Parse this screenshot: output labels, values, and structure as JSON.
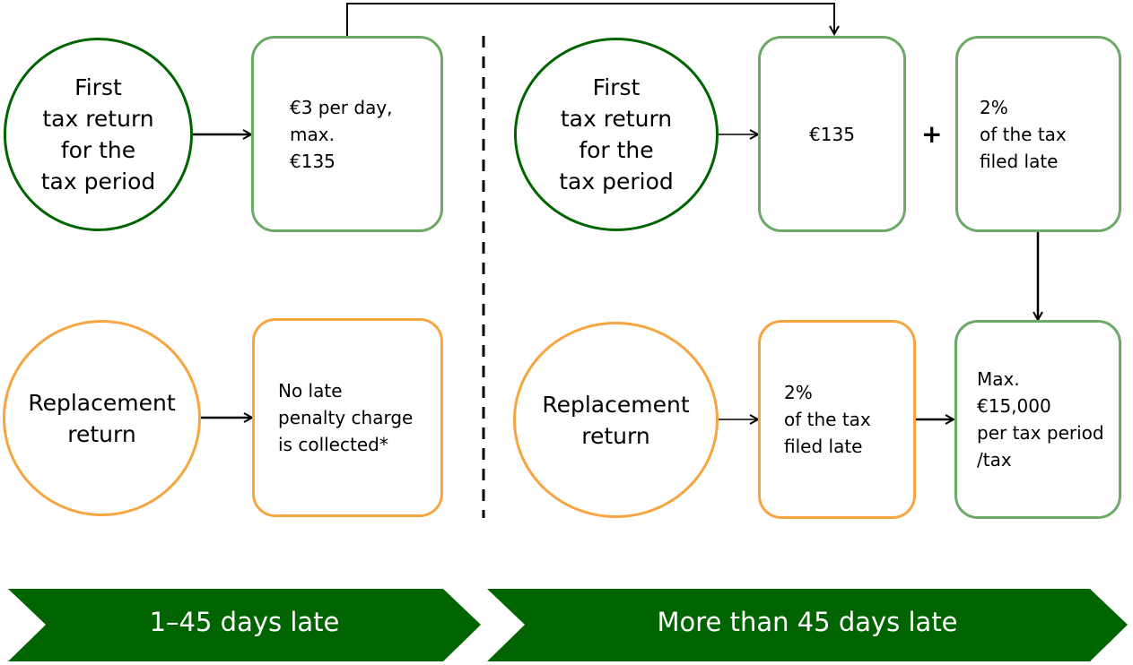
{
  "colors": {
    "dark_green": "#006400",
    "light_green": "#6aaa64",
    "orange": "#f7a540",
    "banner_green": "#006400"
  },
  "left": {
    "first_return": "First\ntax return\nfor the\ntax period",
    "first_penalty": "€3 per day,\nmax.\n€135",
    "replacement_return": "Replacement\nreturn",
    "replacement_penalty": "No late\npenalty charge\nis collected*"
  },
  "right": {
    "first_return": "First\ntax return\nfor the\ntax period",
    "fixed_penalty": "€135",
    "plus_sign": "+",
    "percent_penalty": "2%\nof the tax\nfiled late",
    "replacement_return": "Replacement\nreturn",
    "replacement_penalty": "2%\nof the tax\nfiled late",
    "maximum": "Max.\n€15,000\nper tax period\n/tax"
  },
  "timeline": {
    "early_label": "1–45 days late",
    "late_label": "More than 45 days late"
  }
}
